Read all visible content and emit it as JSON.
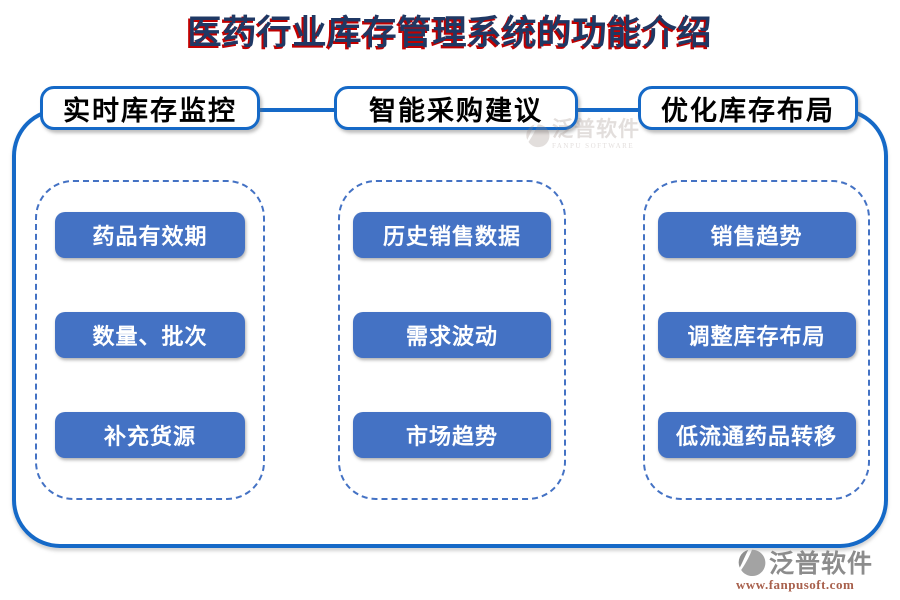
{
  "title": "医药行业库存管理系统的功能介绍",
  "colors": {
    "accent_blue": "#4472C4",
    "border_blue": "#1569C7",
    "title_navy": "#1F3864",
    "title_shadow_red": "#C00000",
    "url_brick": "#A8604C",
    "logo_gray": "#8C8C8C"
  },
  "columns": [
    {
      "header": "实时库存监控",
      "items": [
        "药品有效期",
        "数量、批次",
        "补充货源"
      ]
    },
    {
      "header": "智能采购建议",
      "items": [
        "历史销售数据",
        "需求波动",
        "市场趋势"
      ]
    },
    {
      "header": "优化库存布局",
      "items": [
        "销售趋势",
        "调整库存布局",
        "低流通药品转移"
      ]
    }
  ],
  "watermark": {
    "brand": "泛普软件",
    "subtext": "FANPU SOFTWARE"
  },
  "footer": {
    "brand": "泛普软件",
    "url": "www.fanpusoft.com"
  }
}
